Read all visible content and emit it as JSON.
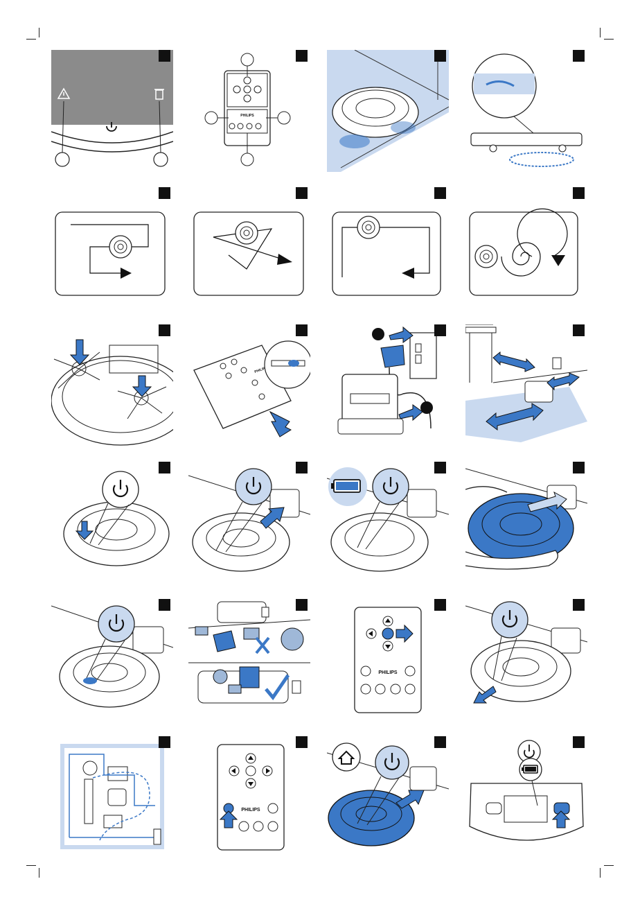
{
  "brand_label": "PHILIPS",
  "accent_color": "#3b78c6",
  "light_accent": "#c9d9ef",
  "step_count": 24,
  "icons": [
    "power-icon",
    "warning-icon",
    "trash-icon",
    "home-icon",
    "battery-icon",
    "remote-control",
    "robot-vacuum",
    "docking-station",
    "adapter-plug"
  ]
}
